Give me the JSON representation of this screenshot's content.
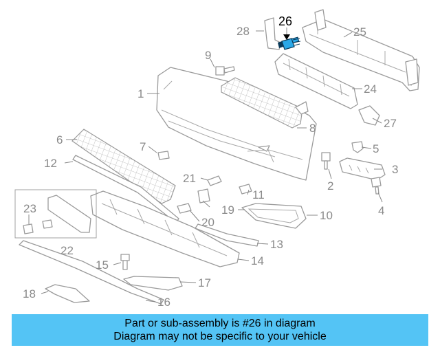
{
  "colors": {
    "banner_bg": "#54c4f5",
    "highlight": "#2aa8e8",
    "line": "#9a9a9a"
  },
  "highlighted_part": "26",
  "callouts": {
    "c1": "1",
    "c2": "2",
    "c3": "3",
    "c4": "4",
    "c5": "5",
    "c6": "6",
    "c7": "7",
    "c8": "8",
    "c9": "9",
    "c10": "10",
    "c11": "11",
    "c12": "12",
    "c13": "13",
    "c14": "14",
    "c15": "15",
    "c16": "16",
    "c17": "17",
    "c18": "18",
    "c19": "19",
    "c20": "20",
    "c21": "21",
    "c22": "22",
    "c23": "23",
    "c24": "24",
    "c25": "25",
    "c26": "26",
    "c27": "27",
    "c28": "28"
  },
  "banner": {
    "line1": "Part or sub-assembly is #26 in diagram",
    "line2": "Diagram may not be specific to your vehicle"
  }
}
